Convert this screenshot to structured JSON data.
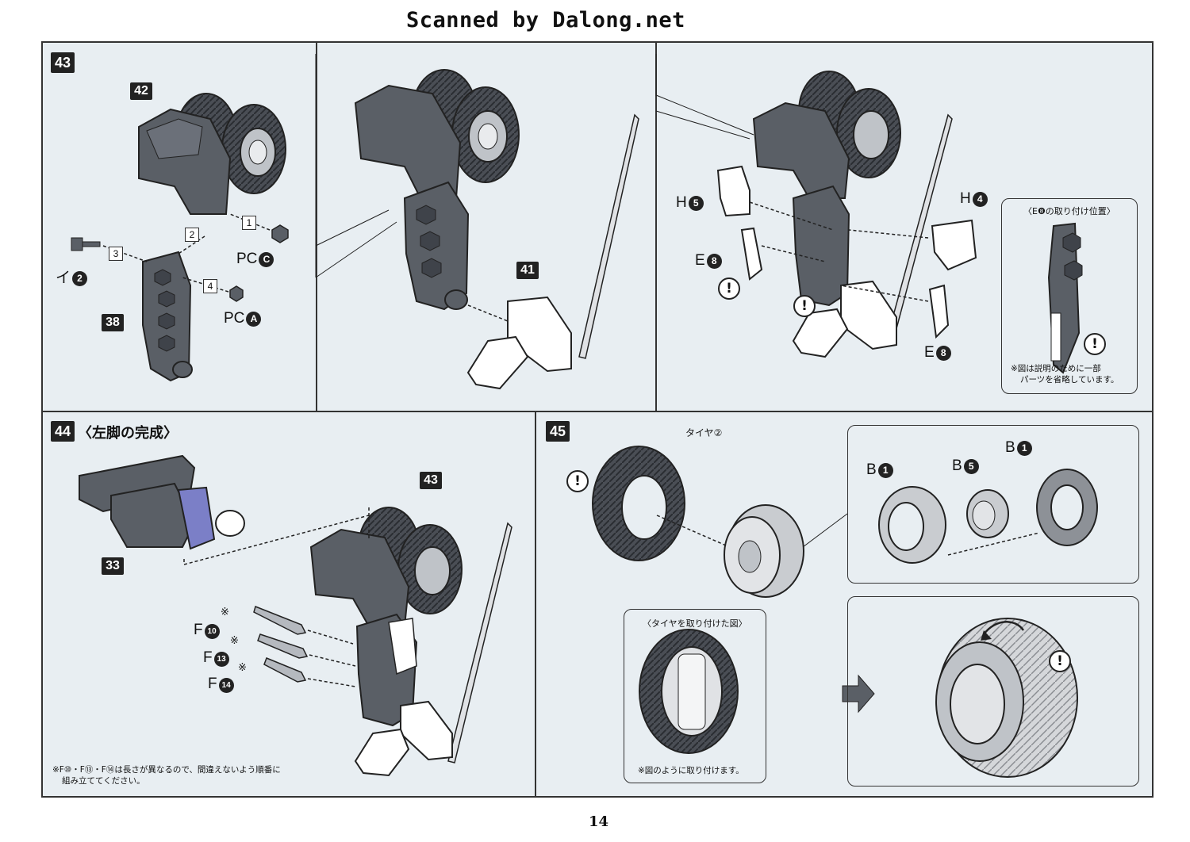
{
  "watermark": "Scanned by Dalong.net",
  "page_number": "14",
  "step43": {
    "number": "43",
    "parts": {
      "p42": "42",
      "p38": "38",
      "p41": "41"
    },
    "labels": {
      "pc_c": "PC",
      "pc_c_circ": "C",
      "pc_a": "PC",
      "pc_a_circ": "A",
      "i2": "イ",
      "i2_circ": "2",
      "h5": "H",
      "h5_circ": "5",
      "h4": "H",
      "h4_circ": "4",
      "e8a": "E",
      "e8a_circ": "8",
      "e8b": "E",
      "e8b_circ": "8"
    },
    "order": [
      "1",
      "2",
      "3",
      "4"
    ],
    "callout": {
      "title": "〈E❽の取り付け位置〉",
      "note_line1": "※図は説明のために一部",
      "note_line2": "パーツを省略しています。"
    }
  },
  "step44": {
    "number": "44",
    "title": "〈左脚の完成〉",
    "parts": {
      "p33": "33",
      "p43": "43"
    },
    "labels": {
      "f10": "F",
      "f10_circ": "10",
      "f13": "F",
      "f13_circ": "13",
      "f14": "F",
      "f14_circ": "14"
    },
    "mark": "※",
    "note_line1": "※F⑩・F⑬・F⑭は長さが異なるので、間違えないよう順番に",
    "note_line2": "組み立ててください。"
  },
  "step45": {
    "number": "45",
    "tire_label": "タイヤ②",
    "labels": {
      "b1a": "B",
      "b1a_circ": "1",
      "b5": "B",
      "b5_circ": "5",
      "b1b": "B",
      "b1b_circ": "1"
    },
    "callout": {
      "title": "〈タイヤを取り付けた図〉",
      "note": "※図のように取り付けます。"
    }
  },
  "warning_symbol": "!",
  "colors": {
    "panel": "#e8eef2",
    "part_dark": "#5a5f66",
    "part_light": "#ffffff",
    "accent_blue": "#7b7fc7"
  }
}
